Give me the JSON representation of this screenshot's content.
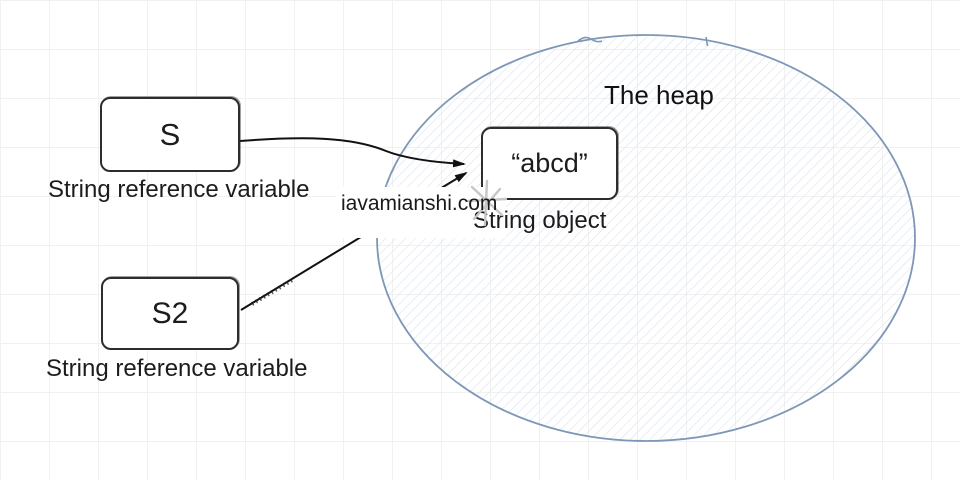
{
  "colors": {
    "ellipse_stroke": "#7e97b6",
    "hatch_line": "#d9e3ef",
    "grid_line": "#f1f1f1",
    "box_border": "#2d2d2d",
    "arrow": "#111111",
    "text": "#1c1c1c",
    "scribble": "#c6c6c6",
    "watermark_bg": "#ffffff"
  },
  "heap": {
    "label": "The heap"
  },
  "boxes": {
    "s": {
      "label": "S",
      "caption": "String reference variable"
    },
    "s2": {
      "label": "S2",
      "caption": "String reference variable"
    },
    "object": {
      "label": "“abcd”",
      "caption": "String object"
    }
  },
  "watermark": {
    "text": "iavamianshi.com"
  },
  "icons": {
    "scribble": "sketch-asterisk"
  }
}
